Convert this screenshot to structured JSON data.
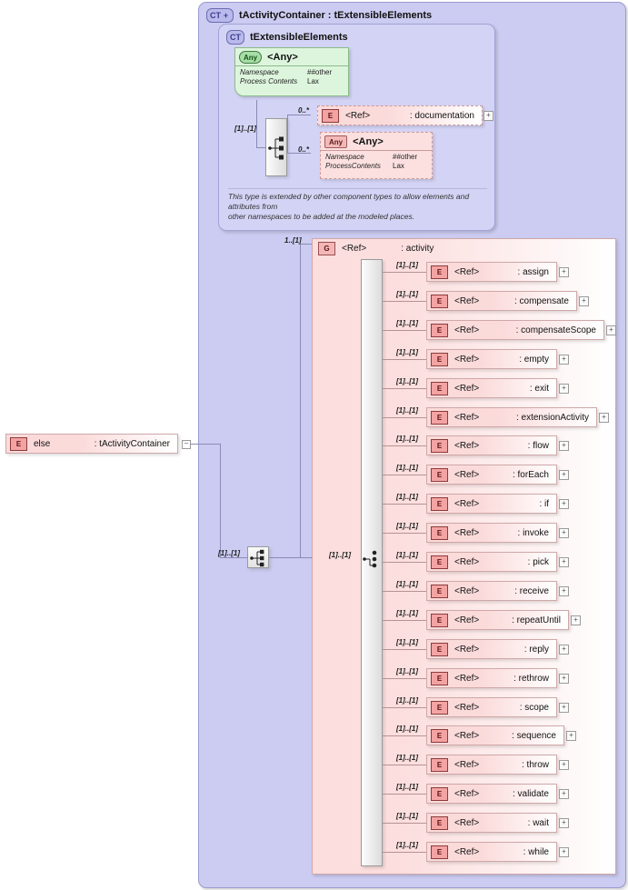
{
  "diagram": {
    "title": "XSD diagram: else : tActivityContainer",
    "root_element": {
      "badge": "E",
      "name": "else",
      "type": ": tActivityContainer",
      "collapse_glyph": "–"
    },
    "outer_type": {
      "badge": "CT",
      "badge_plus": "+",
      "label": "tActivityContainer : tExtensibleElements"
    },
    "inner_type": {
      "badge": "CT",
      "label": "tExtensibleElements",
      "annotation_lines": [
        "This type is extended by other component types to allow elements and attributes from",
        "other namespaces to be added at the modeled places."
      ],
      "compositor": {
        "icon": "sequence-icon",
        "cardinality": "[1]..[1]"
      },
      "any_element": {
        "badge": "Any",
        "name": "<Any>",
        "rows": [
          {
            "key": "Namespace",
            "value": "##other"
          },
          {
            "key": "Process Contents",
            "value": "Lax"
          }
        ]
      },
      "children": [
        {
          "kind": "element",
          "badge": "E",
          "ref": "<Ref>",
          "type": ": documentation",
          "cardinality": "0..*",
          "expand": "+"
        },
        {
          "kind": "any",
          "badge": "Any",
          "name": "<Any>",
          "cardinality": "0..*",
          "rows": [
            {
              "key": "Namespace",
              "value": "##other"
            },
            {
              "key": "ProcessContents",
              "value": "Lax"
            }
          ]
        }
      ]
    },
    "sequence_compositor": {
      "icon": "sequence-icon",
      "cardinality": "[1]..[1]"
    },
    "activity_group": {
      "badge": "G",
      "ref": "<Ref>",
      "type": ": activity",
      "cardinality": "1..[1]",
      "choice_compositor": {
        "icon": "choice-icon",
        "cardinality": "[1]..[1]"
      },
      "items": [
        {
          "badge": "E",
          "ref": "<Ref>",
          "type": ": assign",
          "cardinality": "[1]..[1]",
          "expand": "+",
          "width": 144
        },
        {
          "badge": "E",
          "ref": "<Ref>",
          "type": ": compensate",
          "cardinality": "[1]..[1]",
          "expand": "+",
          "width": 166
        },
        {
          "badge": "E",
          "ref": "<Ref>",
          "type": ": compensateScope",
          "cardinality": "[1]..[1]",
          "expand": "+",
          "width": 196
        },
        {
          "badge": "E",
          "ref": "<Ref>",
          "type": ": empty",
          "cardinality": "[1]..[1]",
          "expand": "+",
          "width": 144
        },
        {
          "badge": "E",
          "ref": "<Ref>",
          "type": ": exit",
          "cardinality": "[1]..[1]",
          "expand": "+",
          "width": 144
        },
        {
          "badge": "E",
          "ref": "<Ref>",
          "type": ": extensionActivity",
          "cardinality": "[1]..[1]",
          "expand": "+",
          "width": 188
        },
        {
          "badge": "E",
          "ref": "<Ref>",
          "type": ": flow",
          "cardinality": "[1]..[1]",
          "expand": "+",
          "width": 144
        },
        {
          "badge": "E",
          "ref": "<Ref>",
          "type": ": forEach",
          "cardinality": "[1]..[1]",
          "expand": "+",
          "width": 144
        },
        {
          "badge": "E",
          "ref": "<Ref>",
          "type": ": if",
          "cardinality": "[1]..[1]",
          "expand": "+",
          "width": 144
        },
        {
          "badge": "E",
          "ref": "<Ref>",
          "type": ": invoke",
          "cardinality": "[1]..[1]",
          "expand": "+",
          "width": 144
        },
        {
          "badge": "E",
          "ref": "<Ref>",
          "type": ": pick",
          "cardinality": "[1]..[1]",
          "expand": "+",
          "width": 144
        },
        {
          "badge": "E",
          "ref": "<Ref>",
          "type": ": receive",
          "cardinality": "[1]..[1]",
          "expand": "+",
          "width": 144
        },
        {
          "badge": "E",
          "ref": "<Ref>",
          "type": ": repeatUntil",
          "cardinality": "[1]..[1]",
          "expand": "+",
          "width": 157
        },
        {
          "badge": "E",
          "ref": "<Ref>",
          "type": ": reply",
          "cardinality": "[1]..[1]",
          "expand": "+",
          "width": 144
        },
        {
          "badge": "E",
          "ref": "<Ref>",
          "type": ": rethrow",
          "cardinality": "[1]..[1]",
          "expand": "+",
          "width": 144
        },
        {
          "badge": "E",
          "ref": "<Ref>",
          "type": ": scope",
          "cardinality": "[1]..[1]",
          "expand": "+",
          "width": 144
        },
        {
          "badge": "E",
          "ref": "<Ref>",
          "type": ": sequence",
          "cardinality": "[1]..[1]",
          "expand": "+",
          "width": 152
        },
        {
          "badge": "E",
          "ref": "<Ref>",
          "type": ": throw",
          "cardinality": "[1]..[1]",
          "expand": "+",
          "width": 144
        },
        {
          "badge": "E",
          "ref": "<Ref>",
          "type": ": validate",
          "cardinality": "[1]..[1]",
          "expand": "+",
          "width": 144
        },
        {
          "badge": "E",
          "ref": "<Ref>",
          "type": ": wait",
          "cardinality": "[1]..[1]",
          "expand": "+",
          "width": 144
        },
        {
          "badge": "E",
          "ref": "<Ref>",
          "type": ": while",
          "cardinality": "[1]..[1]",
          "expand": "+",
          "width": 144
        }
      ]
    }
  }
}
